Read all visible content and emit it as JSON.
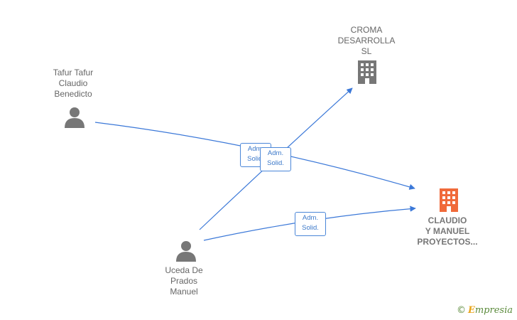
{
  "nodes": {
    "croma": {
      "label": "CROMA\nDESARROLLA\nSL",
      "type": "company-icon"
    },
    "claudio_company": {
      "label": "CLAUDIO\nY MANUEL\nPROYECTOS...",
      "type": "company-icon",
      "color": "#f06a3a"
    },
    "tafur": {
      "label": "Tafur Tafur\nClaudio\nBenedicto",
      "type": "person-icon"
    },
    "uceda": {
      "label": "Uceda De\nPrados\nManuel",
      "type": "person-icon"
    }
  },
  "edges": [
    {
      "label": "Adm.\nSolid."
    },
    {
      "label": "Adm.\nSolid."
    },
    {
      "label": "Adm.\nSolid."
    }
  ],
  "colors": {
    "edge": "#3b78d8",
    "icon_gray": "#777777",
    "icon_main": "#f06a3a"
  },
  "brand": {
    "copyright": "©",
    "e": "E",
    "rest": "mpresia"
  }
}
